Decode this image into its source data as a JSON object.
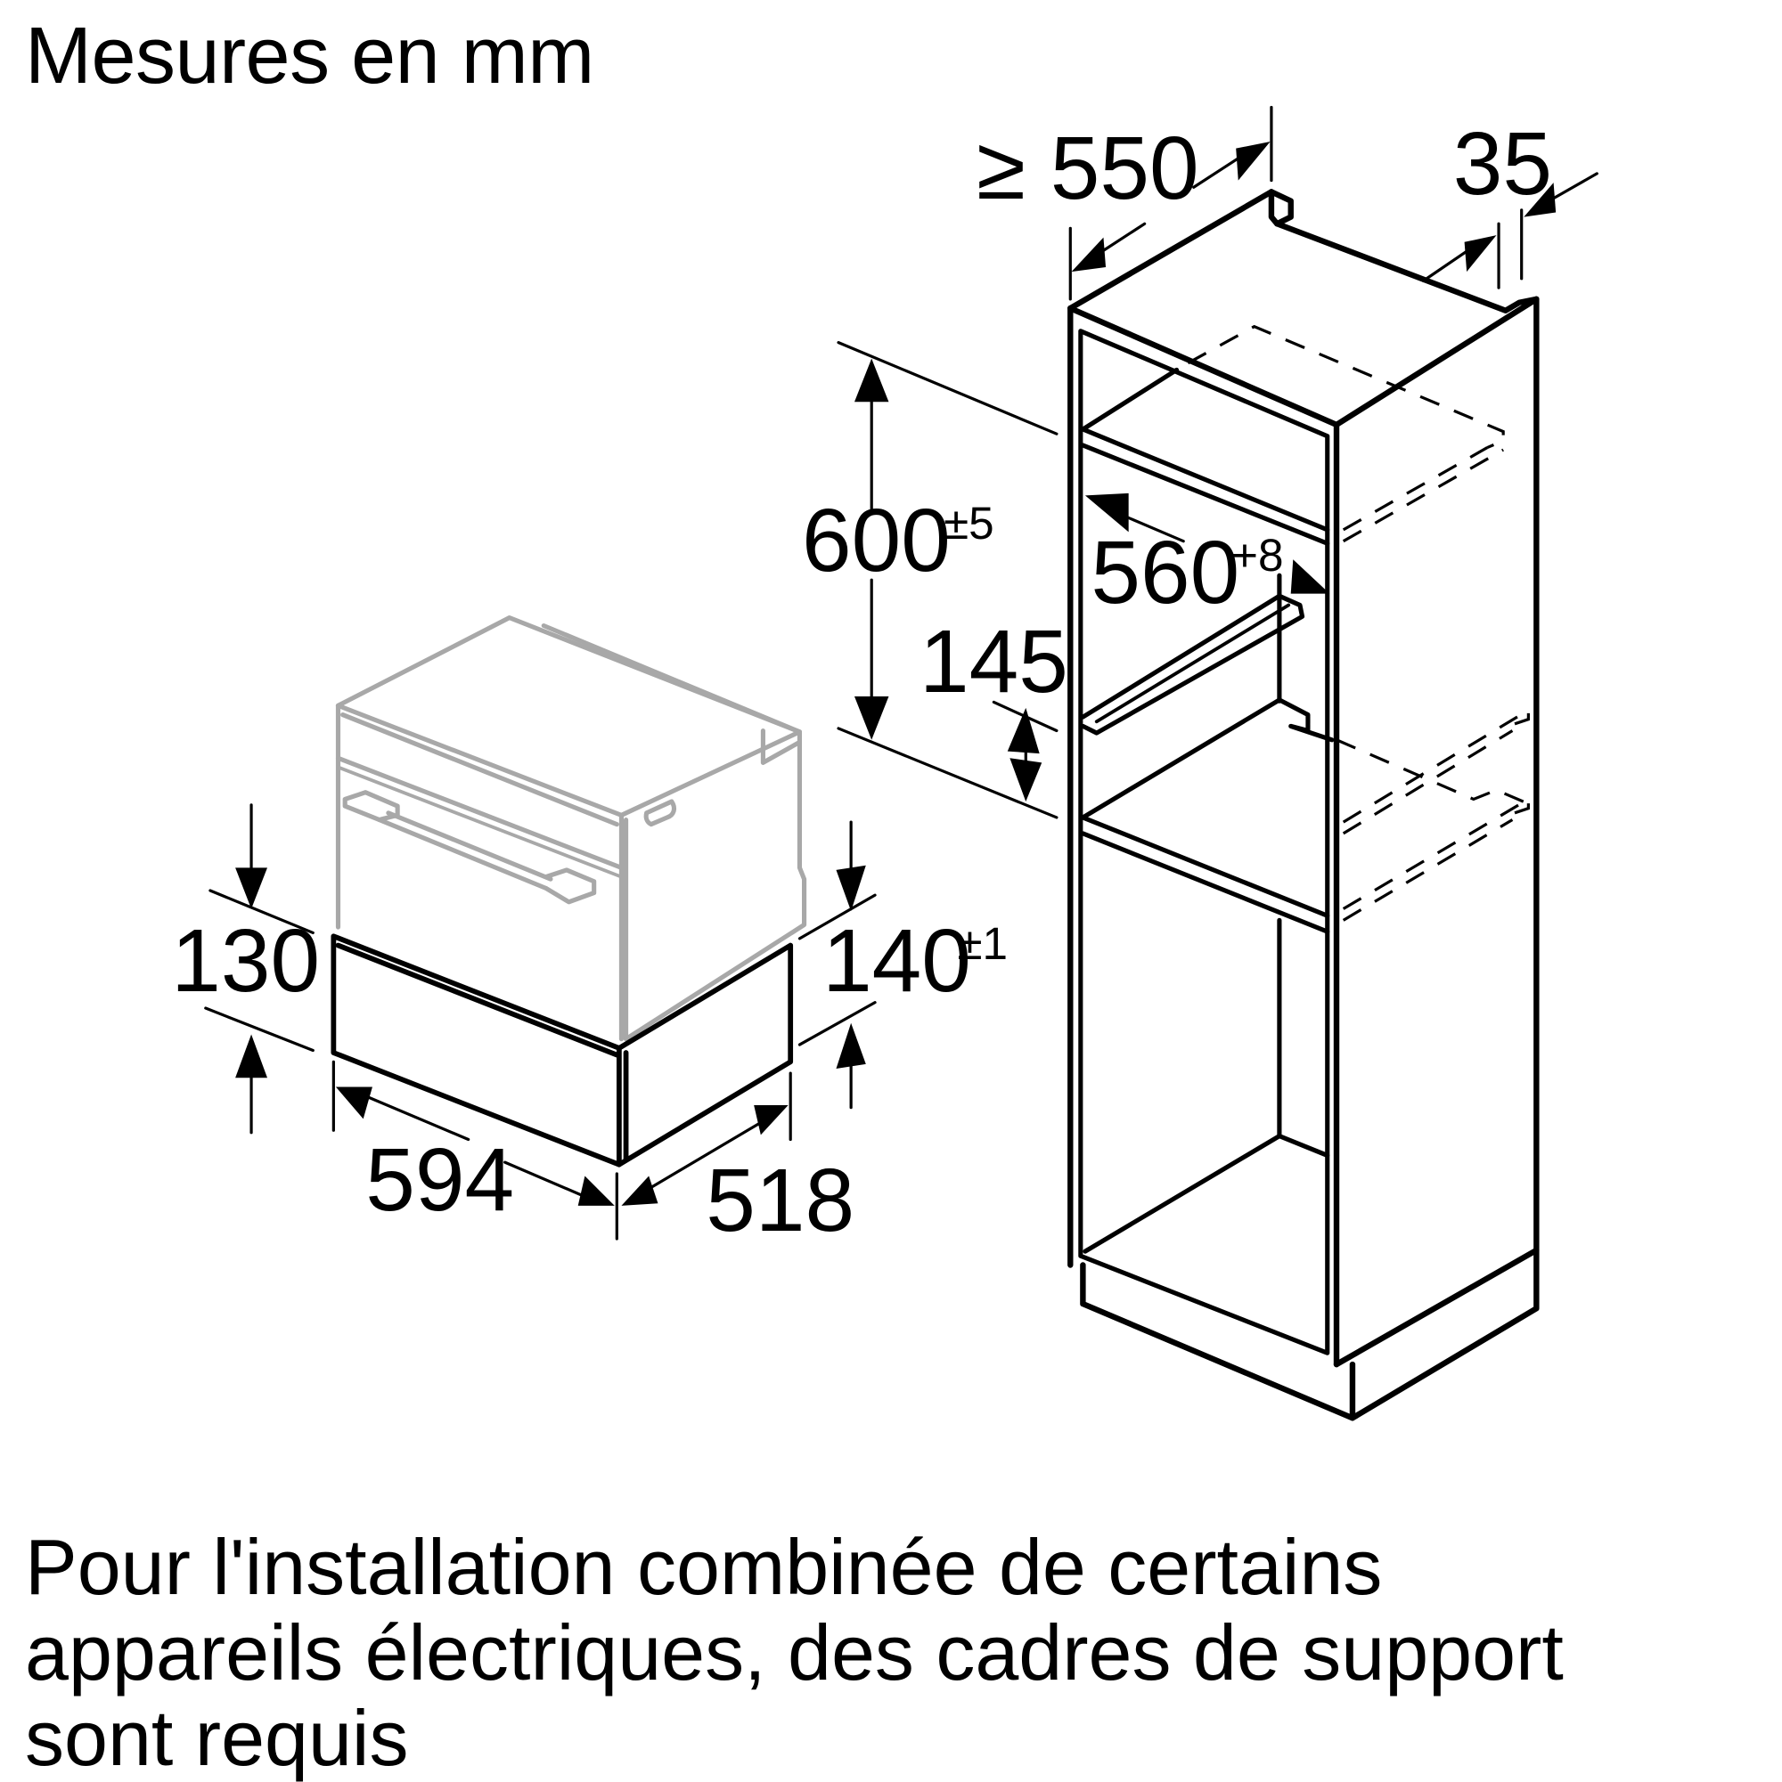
{
  "header": {
    "title": "Mesures en mm"
  },
  "drawing": {
    "appliance": {
      "width_label": "594",
      "depth_label": "518",
      "height_label": "130",
      "niche_height_label": "140",
      "niche_height_tolerance": "±1"
    },
    "cabinet": {
      "depth_label": "≥ 550",
      "rear_gap_label": "35",
      "niche_height_label": "600",
      "niche_height_tolerance": "±5",
      "niche_width_label": "560",
      "niche_width_tolerance": "+8",
      "shelf_offset_label": "145"
    },
    "colors": {
      "line": "#000000",
      "appliance_ghost": "#a8a8a8",
      "background": "#ffffff"
    }
  },
  "footer": {
    "lines": [
      "Pour l'installation combinée de certains",
      "appareils électriques, des cadres de support",
      "sont requis"
    ]
  }
}
